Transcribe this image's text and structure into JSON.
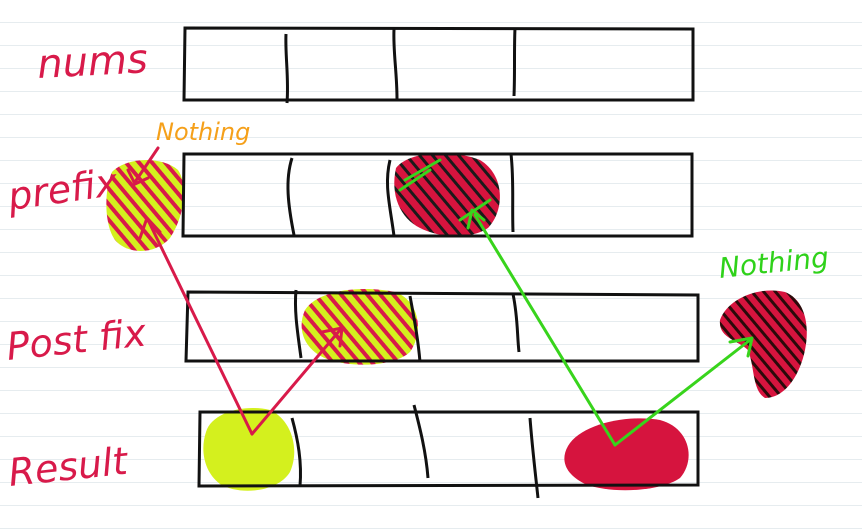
{
  "labels": {
    "nums": "nums",
    "prefix": "prefix",
    "postfix": "Post fix",
    "result": "Result"
  },
  "annotations": {
    "prefix_nothing": "Nothing",
    "postfix_nothing": "Nothing"
  },
  "colors": {
    "label_red": "#d81a4a",
    "nothing_orange": "#f5a01a",
    "nothing_green": "#2fd21a",
    "highlight_yellow": "#d4f01e",
    "highlight_crimson": "#d6143e",
    "arrow_red": "#d81a4a",
    "arrow_green": "#38d41c",
    "box_stroke": "#111111"
  }
}
